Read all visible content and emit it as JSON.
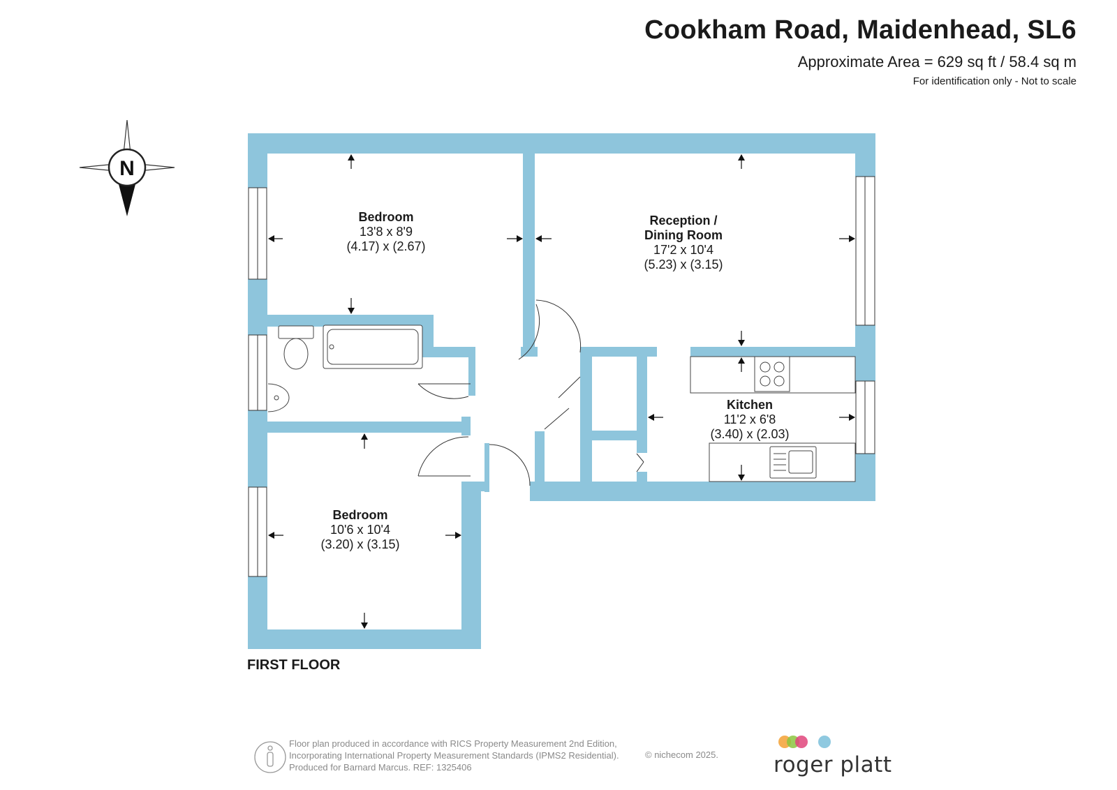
{
  "header": {
    "title": "Cookham Road, Maidenhead, SL6",
    "area": "Approximate Area = 629 sq ft / 58.4 sq m",
    "disclaimer": "For identification only - Not to scale"
  },
  "compass": {
    "letter": "N"
  },
  "floor_label": "FIRST FLOOR",
  "rooms": {
    "bedroom1": {
      "name": "Bedroom",
      "imperial": "13'8 x 8'9",
      "metric": "(4.17) x (2.67)"
    },
    "reception": {
      "name_line1": "Reception /",
      "name_line2": "Dining Room",
      "imperial": "17'2 x 10'4",
      "metric": "(5.23) x (3.15)"
    },
    "kitchen": {
      "name": "Kitchen",
      "imperial": "11'2 x 6'8",
      "metric": "(3.40) x (2.03)"
    },
    "bedroom2": {
      "name": "Bedroom",
      "imperial": "10'6 x 10'4",
      "metric": "(3.20) x (3.15)"
    }
  },
  "footer": {
    "line1": "Floor plan produced in accordance with RICS Property Measurement 2nd Edition,",
    "line2": "Incorporating International Property Measurement Standards (IPMS2 Residential).",
    "line3": "Produced for Barnard Marcus.   REF:  1325406",
    "copyright": "© nichecom 2025."
  },
  "logo": {
    "text": "roger platt"
  },
  "colors": {
    "wall": "#8ec5dc",
    "text": "#1a1a1a",
    "footer_text": "#8a8a8a",
    "logo_dot1": "#f4a640",
    "logo_dot2": "#8cc63f",
    "logo_dot3": "#e0457b",
    "logo_dot4": "#8fc9e0"
  }
}
